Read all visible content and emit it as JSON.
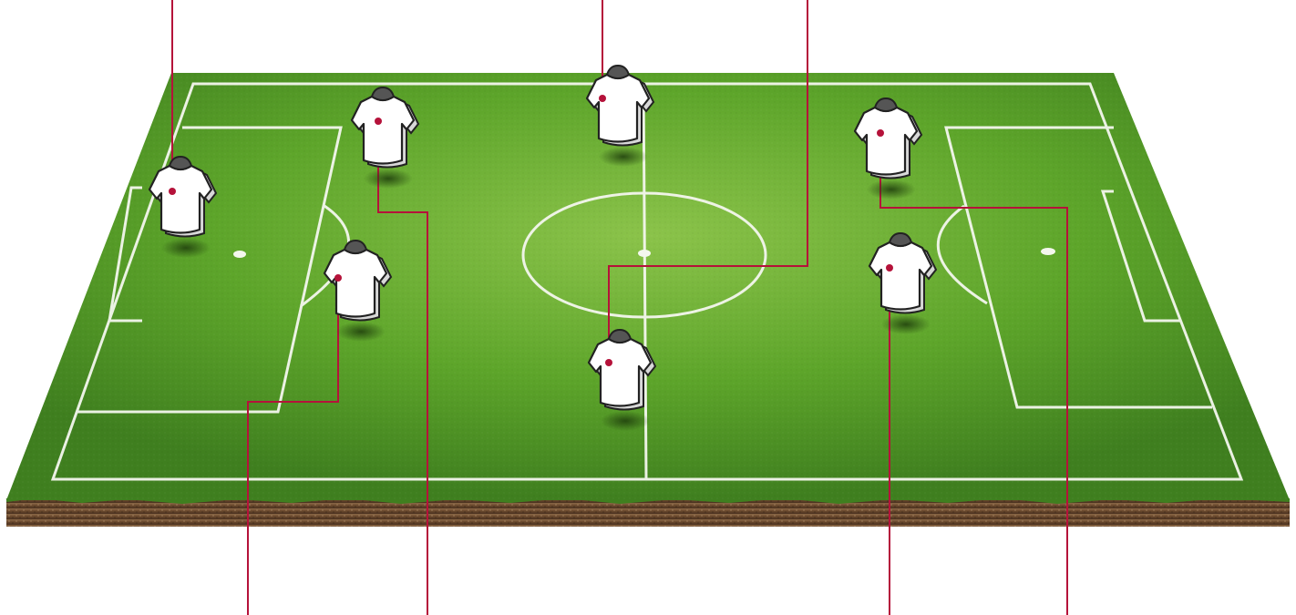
{
  "scene": {
    "background_color": "#ffffff",
    "pitch": {
      "grass_light": "#8bc34a",
      "grass_mid": "#5da52a",
      "grass_dark": "#3f7f1f",
      "line_color": "#f4f7ee",
      "soil_color": "#6b4a2e",
      "soil_dark": "#4a3120",
      "soil_light": "#8c6a48"
    },
    "shirt": {
      "fill": "#ffffff",
      "outline": "#222222",
      "shade": "#d8d8d8",
      "collar": "#555555"
    },
    "leader_line_color": "#b5123a",
    "players": [
      {
        "id": "goalkeeper-left"
      },
      {
        "id": "defender-upper"
      },
      {
        "id": "defender-lower"
      },
      {
        "id": "midfielder-upper"
      },
      {
        "id": "midfielder-lower"
      },
      {
        "id": "forward-upper"
      },
      {
        "id": "forward-lower"
      }
    ]
  }
}
